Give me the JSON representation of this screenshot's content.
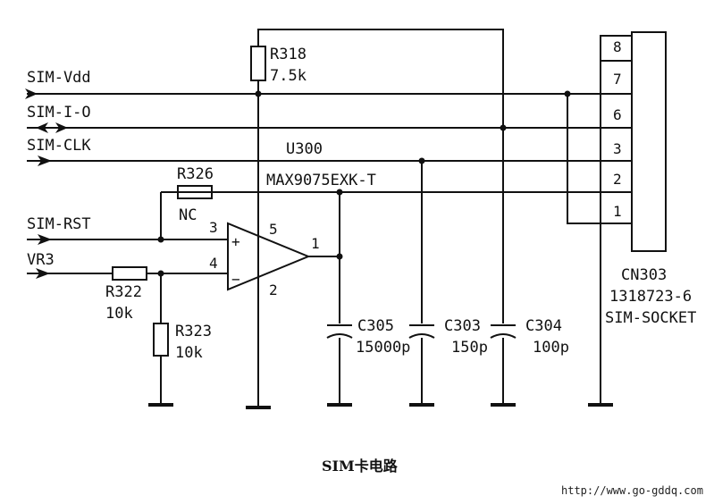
{
  "signals": {
    "vdd": "SIM-Vdd",
    "io": "SIM-I-O",
    "clk": "SIM-CLK",
    "rst": "SIM-RST",
    "vr3": "VR3"
  },
  "components": {
    "r318": {
      "ref": "R318",
      "value": "7.5k"
    },
    "r326": {
      "ref": "R326",
      "value": "NC"
    },
    "r322": {
      "ref": "R322",
      "value": "10k"
    },
    "r323": {
      "ref": "R323",
      "value": "10k"
    },
    "u300": {
      "ref": "U300",
      "part": "MAX9075EXK-T"
    },
    "c305": {
      "ref": "C305",
      "value": "15000p"
    },
    "c303": {
      "ref": "C303",
      "value": "150p"
    },
    "c304": {
      "ref": "C304",
      "value": "100p"
    },
    "cn303": {
      "ref": "CN303",
      "part": "1318723-6",
      "name": "SIM-SOCKET"
    }
  },
  "opamp_pins": {
    "out": "1",
    "gnd": "2",
    "noninv": "3",
    "inv": "4",
    "vcc": "5",
    "plus": "+",
    "minus": "−"
  },
  "connector_pins": [
    "8",
    "7",
    "6",
    "3",
    "2",
    "1"
  ],
  "caption": "SIM卡电路",
  "watermark": "http://www.go-gddq.com"
}
